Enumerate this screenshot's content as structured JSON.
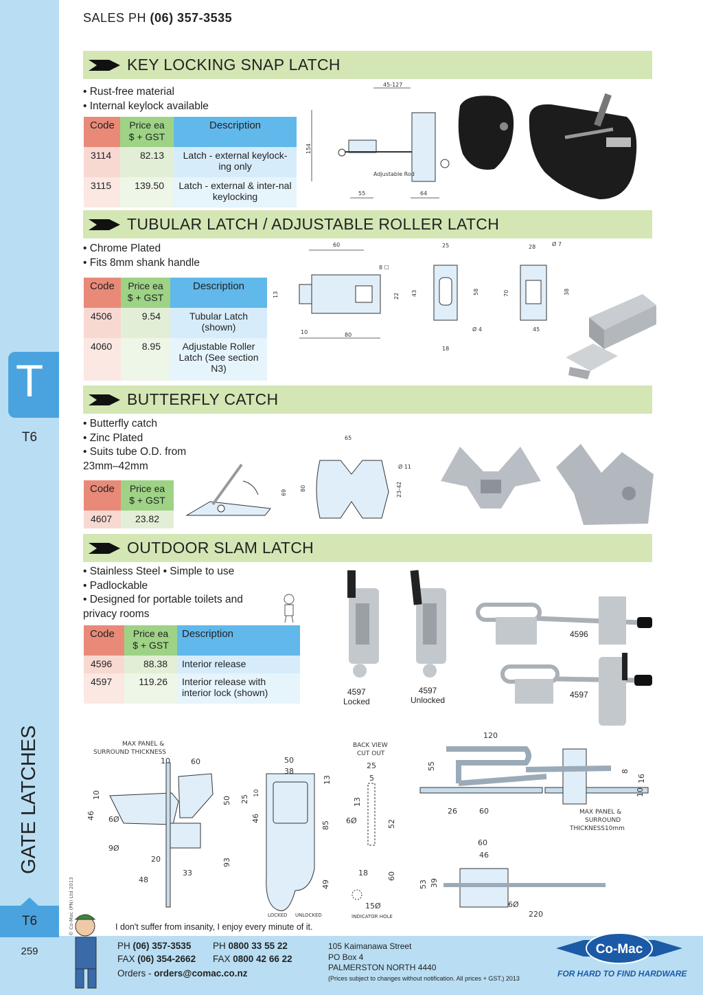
{
  "header": {
    "sales_label": "SALES  PH ",
    "sales_phone": "(06) 357-3535"
  },
  "sidebar": {
    "section_letter": "T",
    "section_code": "T6",
    "section_title": "GATE LATCHES",
    "bottom_code": "T6",
    "page_number": "259",
    "copyright": "© Co-Mac (PN) Ltd 2013"
  },
  "colors": {
    "banner": "#d3e6b4",
    "sidebar": "#b9def3",
    "tab": "#4aa3df",
    "code_head": "#e98a79",
    "price_head": "#9ed386",
    "desc_head": "#61b8ea"
  },
  "sections": [
    {
      "title": "KEY LOCKING SNAP LATCH",
      "bullets": [
        "• Rust-free material",
        "• Internal keylock available"
      ],
      "headers": [
        "Code",
        "Price ea\n$ + GST",
        "Description"
      ],
      "rows": [
        [
          "3114",
          "82.13",
          "Latch - external keylock-ing only"
        ],
        [
          "3115",
          "139.50",
          "Latch - external & inter-nal keylocking"
        ]
      ],
      "dims": {
        "a": "45-127",
        "b": "154",
        "c": "55",
        "d": "64",
        "rod": "Adjustable Rod"
      }
    },
    {
      "title": "TUBULAR LATCH / ADJUSTABLE ROLLER LATCH",
      "bullets": [
        "• Chrome Plated",
        "• Fits 8mm shank handle"
      ],
      "headers": [
        "Code",
        "Price ea\n$ + GST",
        "Description"
      ],
      "rows": [
        [
          "4506",
          "9.54",
          "Tubular Latch (shown)"
        ],
        [
          "4060",
          "8.95",
          "Adjustable Roller Latch (See section N3)"
        ]
      ],
      "dims": {
        "d60": "60",
        "d13": "13",
        "d8": "8 ☐",
        "d22": "22",
        "d10": "10",
        "d80": "80",
        "d43": "43",
        "d25": "25",
        "d58": "58",
        "d4": "Ø 4",
        "d18": "18",
        "d28": "28",
        "d7": "Ø 7",
        "d70": "70",
        "d38": "38",
        "d45": "45"
      }
    },
    {
      "title": "BUTTERFLY CATCH",
      "bullets": [
        "• Butterfly catch",
        "• Zinc Plated",
        "• Suits tube O.D. from",
        "   23mm–42mm"
      ],
      "headers": [
        "Code",
        "Price ea\n$ + GST"
      ],
      "rows": [
        [
          "4607",
          "23.82"
        ]
      ],
      "dims": {
        "d65": "65",
        "d69": "69",
        "d80": "80",
        "d11": "Ø 11",
        "d2342": "23-42"
      }
    },
    {
      "title": "OUTDOOR SLAM LATCH",
      "bullets": [
        "• Stainless Steel   • Simple to use",
        "• Padlockable",
        "• Designed for portable toilets and",
        "   privacy rooms"
      ],
      "headers": [
        "Code",
        "Price ea\n$ + GST",
        "Description"
      ],
      "rows": [
        [
          "4596",
          "88.38",
          "Interior release"
        ],
        [
          "4597",
          "119.26",
          "Interior release with interior lock (shown)"
        ]
      ],
      "photo_labels": {
        "locked": "4597\nLocked",
        "unlocked": "4597\nUnlocked",
        "p4596": "4596",
        "p4597": "4597"
      }
    }
  ],
  "drawings": {
    "max_panel": "MAX PANEL &\nSURROUND THICKNESS",
    "back_view": "BACK VIEW\nCUT OUT",
    "max_panel_right": "MAX PANEL &\nSURROUND\nTHICKNESS10mm",
    "locked": "LOCKED",
    "unlocked": "UNLOCKED",
    "indicator_hole": "INDICATOR HOLE",
    "left_dims": [
      "10",
      "60",
      "10",
      "46",
      "6Ø",
      "9Ø",
      "20",
      "33",
      "48",
      "50",
      "93"
    ],
    "mid_dims": [
      "50",
      "38",
      "13",
      "25",
      "10",
      "46",
      "85",
      "49"
    ],
    "back_dims": [
      "25",
      "5",
      "13",
      "6Ø",
      "52",
      "18",
      "60",
      "15Ø"
    ],
    "right_dims": [
      "120",
      "55",
      "26",
      "60",
      "8",
      "16",
      "10",
      "60",
      "46",
      "53",
      "39",
      "6Ø",
      "220"
    ]
  },
  "footer": {
    "quote": "I don't suffer from insanity, I enjoy every minute of it.",
    "ph1_label": "PH ",
    "ph1": "(06) 357-3535",
    "ph2_label": "PH ",
    "ph2": "0800 33 55 22",
    "fax1_label": "FAX ",
    "fax1": "(06) 354-2662",
    "fax2_label": "FAX ",
    "fax2": "0800 42 66 22",
    "orders_label": "Orders - ",
    "orders": "orders@comac.co.nz",
    "addr1": "105 Kaimanawa Street",
    "addr2": "PO Box 4",
    "addr3": "PALMERSTON NORTH 4440",
    "note": "(Prices subject to changes without notification.  All prices + GST.)  2013",
    "logo": "Co-Mac",
    "tagline": "FOR HARD TO FIND HARDWARE"
  }
}
